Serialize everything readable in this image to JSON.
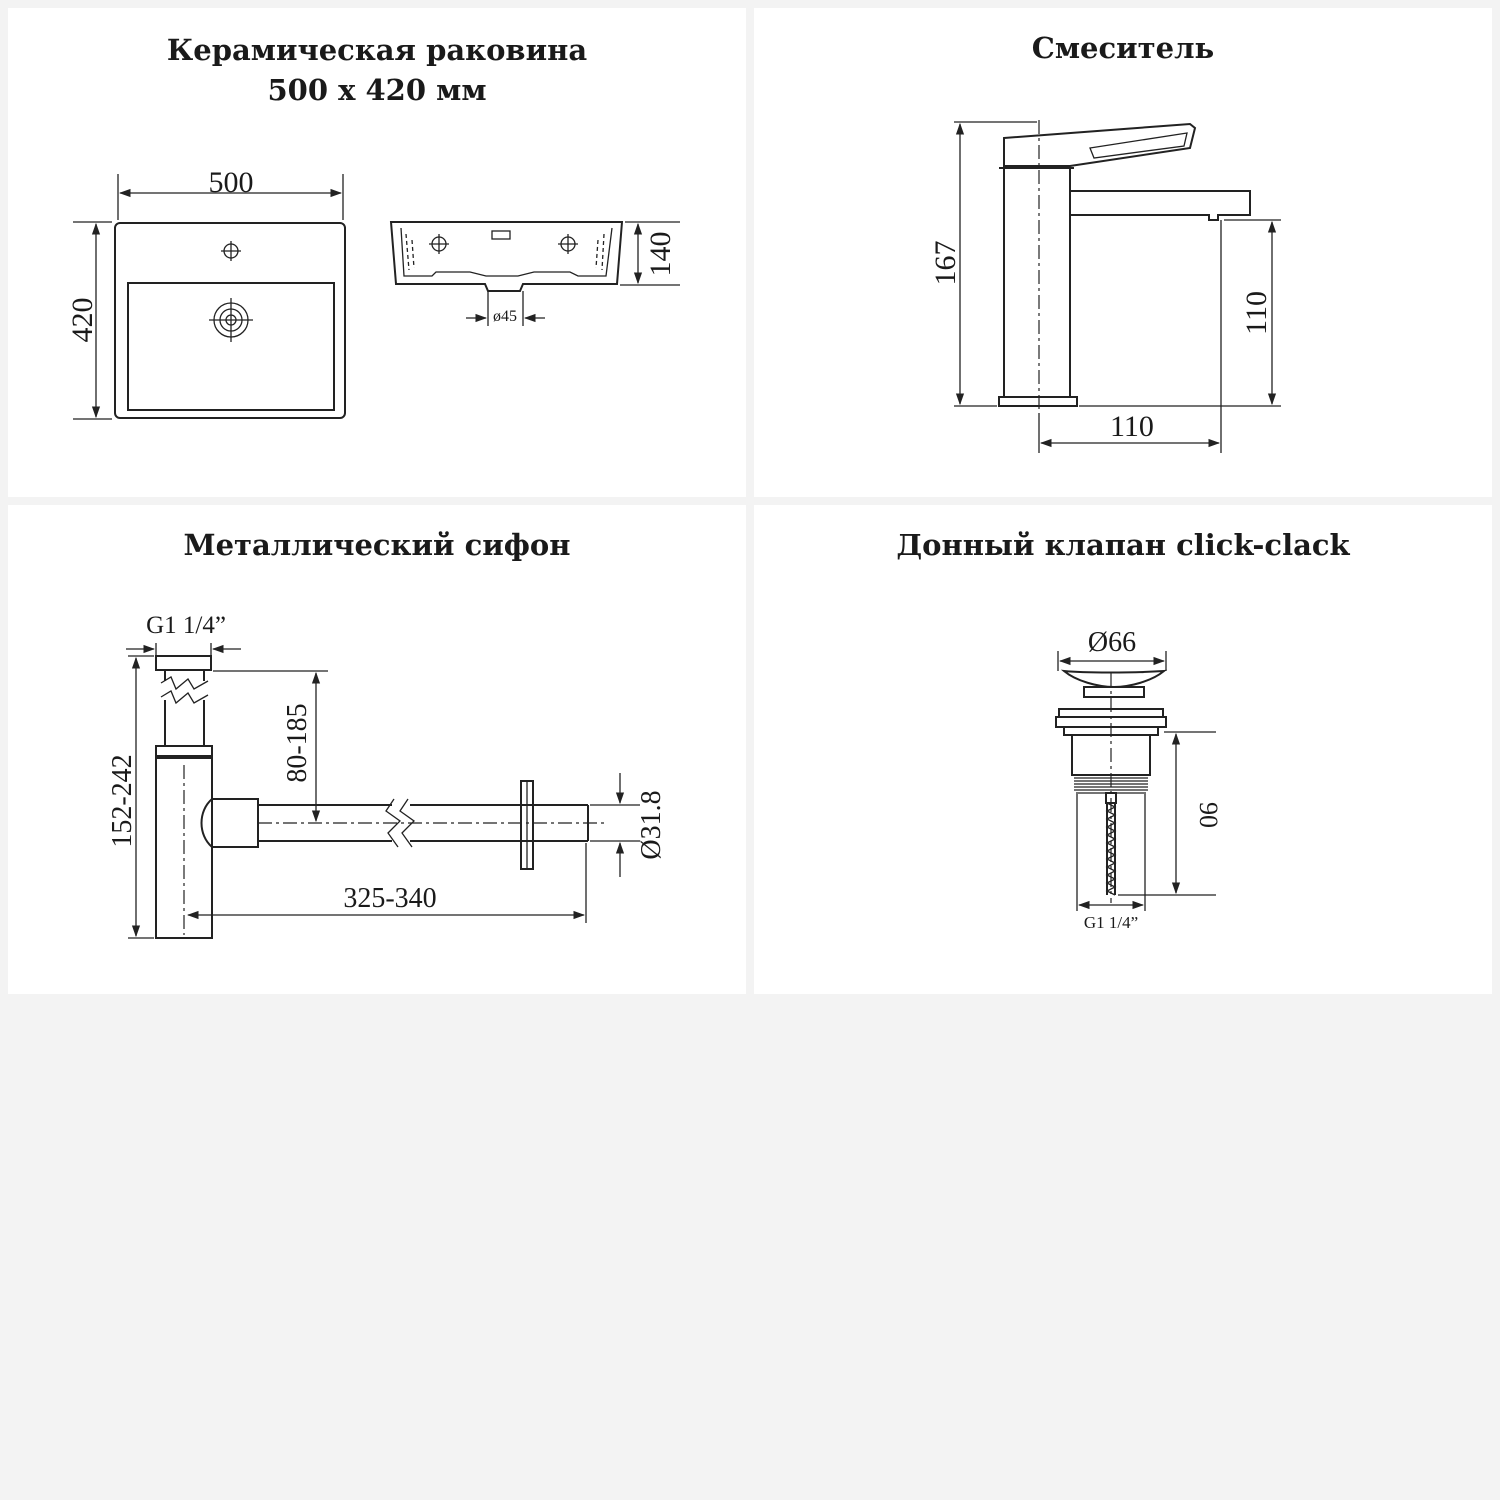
{
  "panels": {
    "sink": {
      "title_line1": "Керамическая раковина",
      "title_line2": "500 х 420 мм",
      "dim_width": "500",
      "dim_depth": "420",
      "dim_height": "140",
      "dim_drain": "ø45"
    },
    "faucet": {
      "title": "Смеситель",
      "dim_height": "167",
      "dim_spout_height": "110",
      "dim_reach": "110"
    },
    "siphon": {
      "title": "Металлический сифон",
      "dim_thread": "G1 1/4”",
      "dim_vertical_range": "152-242",
      "dim_adjust": "80-185",
      "dim_horizontal_range": "325-340",
      "dim_pipe_diameter": "Ø31.8"
    },
    "valve": {
      "title": "Донный клапан click-clack",
      "dim_cap_diameter": "Ø66",
      "dim_length": "90",
      "dim_thread": "G1 1/4”"
    }
  },
  "colors": {
    "page_background": "#f3f3f3",
    "panel_background": "#ffffff",
    "line": "#222222"
  }
}
